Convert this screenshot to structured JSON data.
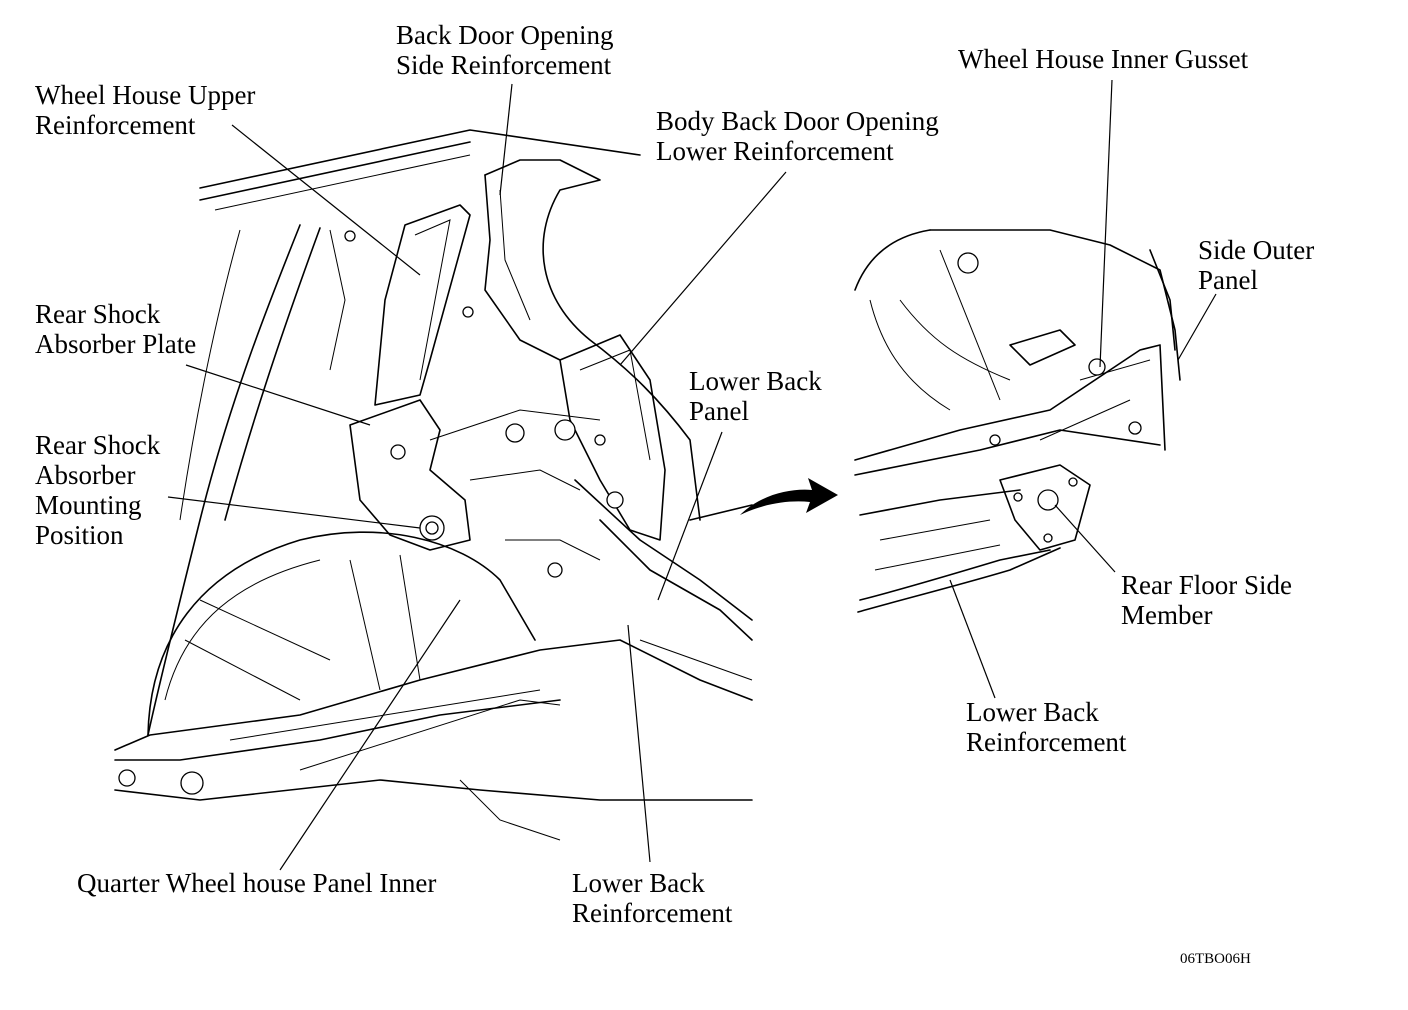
{
  "labels": {
    "back_door_opening_side_reinforcement": [
      "Back Door Opening",
      "Side Reinforcement"
    ],
    "wheel_house_upper_reinforcement": [
      "Wheel House Upper",
      "Reinforcement"
    ],
    "body_back_door_opening_lower_reinforcement": [
      "Body Back Door Opening",
      "Lower Reinforcement"
    ],
    "rear_shock_absorber_plate": [
      "Rear Shock",
      "Absorber Plate"
    ],
    "lower_back_panel_left": [
      "Lower Back",
      "Panel"
    ],
    "rear_shock_absorber_mounting_position": [
      "Rear Shock",
      "Absorber",
      "Mounting",
      "Position"
    ],
    "quarter_wheel_house_panel_inner": [
      "Quarter Wheel house Panel Inner"
    ],
    "lower_back_reinforcement_left": [
      "Lower Back",
      "Reinforcement"
    ],
    "wheel_house_inner_gusset": [
      "Wheel House Inner Gusset"
    ],
    "side_outer_panel": [
      "Side Outer",
      "Panel"
    ],
    "rear_floor_side_member": [
      "Rear Floor Side",
      "Member"
    ],
    "lower_back_reinforcement_right": [
      "Lower Back",
      "Reinforcement"
    ]
  },
  "figure_code": "06TBO06H"
}
